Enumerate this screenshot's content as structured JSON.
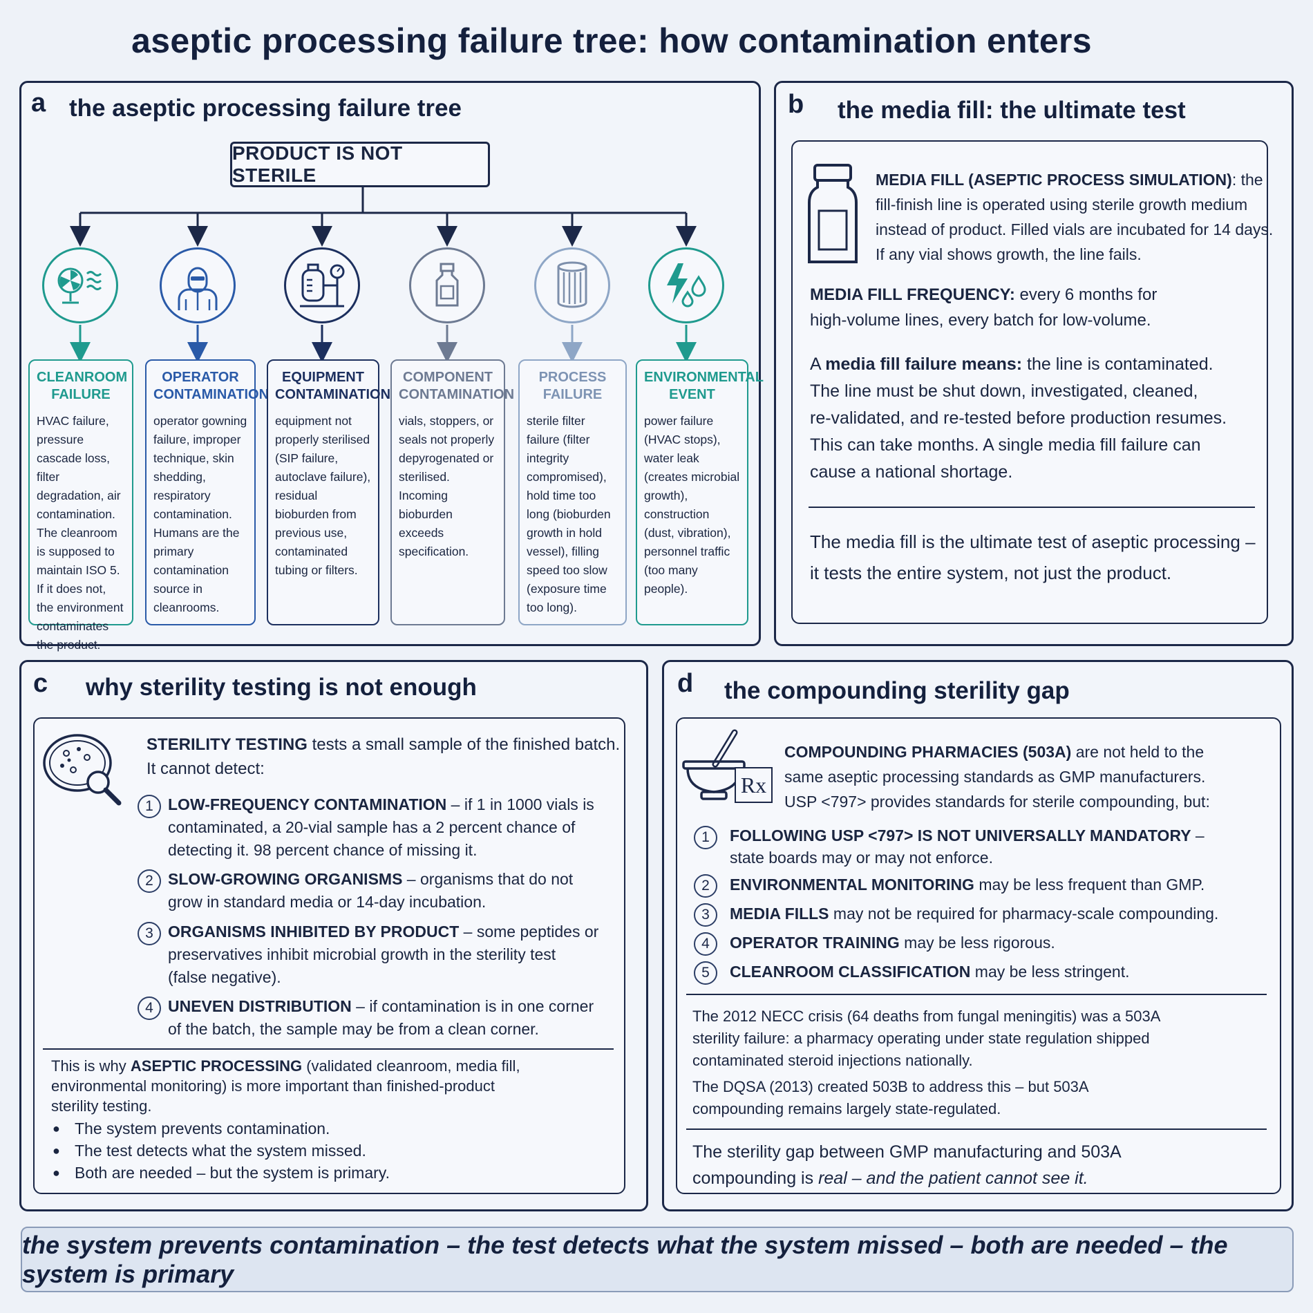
{
  "title": "aseptic processing failure tree: how contamination enters",
  "panel_a": {
    "label": "a",
    "title": "the aseptic processing failure tree",
    "root": "PRODUCT IS NOT STERILE",
    "causes": [
      {
        "icon": "cleanroom-fan-icon",
        "title1": "CLEANROOM",
        "title2": "FAILURE",
        "color": "#1f9a8e",
        "body": "HVAC failure, pressure cascade loss, filter degradation, air contamination. The cleanroom is supposed to maintain ISO 5. If it does not, the environment contaminates the product."
      },
      {
        "icon": "gowned-operator-icon",
        "title1": "OPERATOR",
        "title2": "CONTAMINATION",
        "color": "#2a5aa8",
        "body": "operator gowning failure, improper technique, skin shedding, respiratory contamination. Humans are the primary contamination source in cleanrooms."
      },
      {
        "icon": "equipment-vessel-icon",
        "title1": "EQUIPMENT",
        "title2": "CONTAMINATION",
        "color": "#1c2f5e",
        "body": "equipment not properly sterilised (SIP failure, autoclave failure), residual bioburden from previous use, contaminated tubing or filters."
      },
      {
        "icon": "vial-icon",
        "title1": "COMPONENT",
        "title2": "CONTAMINATION",
        "color": "#6d7a92",
        "body": "vials, stoppers, or seals not properly depyrogenated or sterilised. Incoming bioburden exceeds specification."
      },
      {
        "icon": "filter-cartridge-icon",
        "title1": "PROCESS",
        "title2": "FAILURE",
        "color": "#8ea6c6",
        "body": "sterile filter failure (filter integrity compromised), hold time too long (bioburden growth in hold vessel), filling speed too slow (exposure time too long)."
      },
      {
        "icon": "power-water-icon",
        "title1": "ENVIRONMENTAL",
        "title2": "EVENT",
        "color": "#1f9a8e",
        "body": "power failure (HVAC stops), water leak (creates microbial growth), construction (dust, vibration), personnel traffic (too many people)."
      }
    ]
  },
  "panel_b": {
    "label": "b",
    "title": "the media fill: the ultimate test",
    "p1_bold": "MEDIA FILL (ASEPTIC PROCESS SIMULATION)",
    "p1_rest1": ": the",
    "p1_lines": [
      "fill-finish line is operated using sterile growth medium",
      "instead of product. Filled vials are incubated for 14 days.",
      "If any vial shows growth, the line fails."
    ],
    "p2_bold": "MEDIA FILL FREQUENCY:",
    "p2_rest": " every 6 months for",
    "p2_line2": "high-volume lines, every batch for low-volume.",
    "p3_pre": "A ",
    "p3_bold": "media fill failure means:",
    "p3_rest": " the line is contaminated.",
    "p3_lines": [
      "The line must be shut down, investigated, cleaned,",
      "re-validated, and re-tested before production resumes.",
      "This can take months. A single media fill failure can",
      "cause a national shortage."
    ],
    "p4_lines": [
      "The media fill is the ultimate test of aseptic processing –",
      "it tests the entire system, not just the product."
    ]
  },
  "panel_c": {
    "label": "c",
    "title": "why sterility testing is not enough",
    "intro_bold": "STERILITY TESTING",
    "intro_rest": " tests a small sample of the finished batch.",
    "intro_line2": "It cannot detect:",
    "items": [
      {
        "n": "1",
        "bold": "LOW-FREQUENCY CONTAMINATION",
        "rest": " – if 1 in 1000 vials is",
        "more": [
          "contaminated, a 20-vial sample has a 2 percent chance of",
          "detecting it. 98 percent chance of missing it."
        ]
      },
      {
        "n": "2",
        "bold": "SLOW-GROWING ORGANISMS",
        "rest": " – organisms that do not",
        "more": [
          "grow in standard media or 14-day incubation."
        ]
      },
      {
        "n": "3",
        "bold": "ORGANISMS INHIBITED BY PRODUCT",
        "rest": " – some peptides or",
        "more": [
          "preservatives inhibit microbial growth in the sterility test",
          "(false negative)."
        ]
      },
      {
        "n": "4",
        "bold": "UNEVEN DISTRIBUTION",
        "rest": " – if contamination is in one corner",
        "more": [
          "of the batch, the sample may be from a clean corner."
        ]
      }
    ],
    "concl_pre": "This is why ",
    "concl_bold": "ASEPTIC PROCESSING",
    "concl_rest": " (validated cleanroom, media fill,",
    "concl_lines": [
      "environmental monitoring) is more important than finished-product",
      "sterility testing."
    ],
    "bullets": [
      "The system prevents contamination.",
      "The test detects what the system missed.",
      "Both are needed – but the system is primary."
    ]
  },
  "panel_d": {
    "label": "d",
    "title": "the compounding sterility gap",
    "rx": "Rx",
    "intro_bold": "COMPOUNDING PHARMACIES (503A)",
    "intro_rest": "  are not held to the",
    "intro_lines": [
      "same aseptic processing standards as GMP manufacturers.",
      "USP <797> provides standards for sterile compounding, but:"
    ],
    "items": [
      {
        "n": "1",
        "bold": "FOLLOWING USP <797> IS NOT UNIVERSALLY MANDATORY",
        "rest": " –",
        "more": [
          "state boards may or may not enforce."
        ]
      },
      {
        "n": "2",
        "bold": "ENVIRONMENTAL MONITORING",
        "rest": " may be less frequent than GMP.",
        "more": []
      },
      {
        "n": "3",
        "bold": "MEDIA FILLS",
        "rest": " may not be required for pharmacy-scale compounding.",
        "more": []
      },
      {
        "n": "4",
        "bold": "OPERATOR TRAINING",
        "rest": " may be less rigorous.",
        "more": []
      },
      {
        "n": "5",
        "bold": "CLEANROOM CLASSIFICATION",
        "rest": " may be less stringent.",
        "more": []
      }
    ],
    "necc_lines": [
      "The 2012 NECC crisis (64 deaths from fungal meningitis) was a 503A",
      "sterility failure: a pharmacy operating under state regulation shipped",
      "contaminated steroid injections nationally."
    ],
    "dqsa_lines": [
      "The DQSA (2013) created 503B to address this – but 503A",
      "compounding remains largely state-regulated."
    ],
    "gap_line1": "The sterility gap between GMP manufacturing and 503A",
    "gap_pre": "compounding is ",
    "gap_em": "real – and the patient cannot see it."
  },
  "footer": "the system prevents contamination  –  the test detects what the system missed  –  both are needed  –  the system is primary"
}
